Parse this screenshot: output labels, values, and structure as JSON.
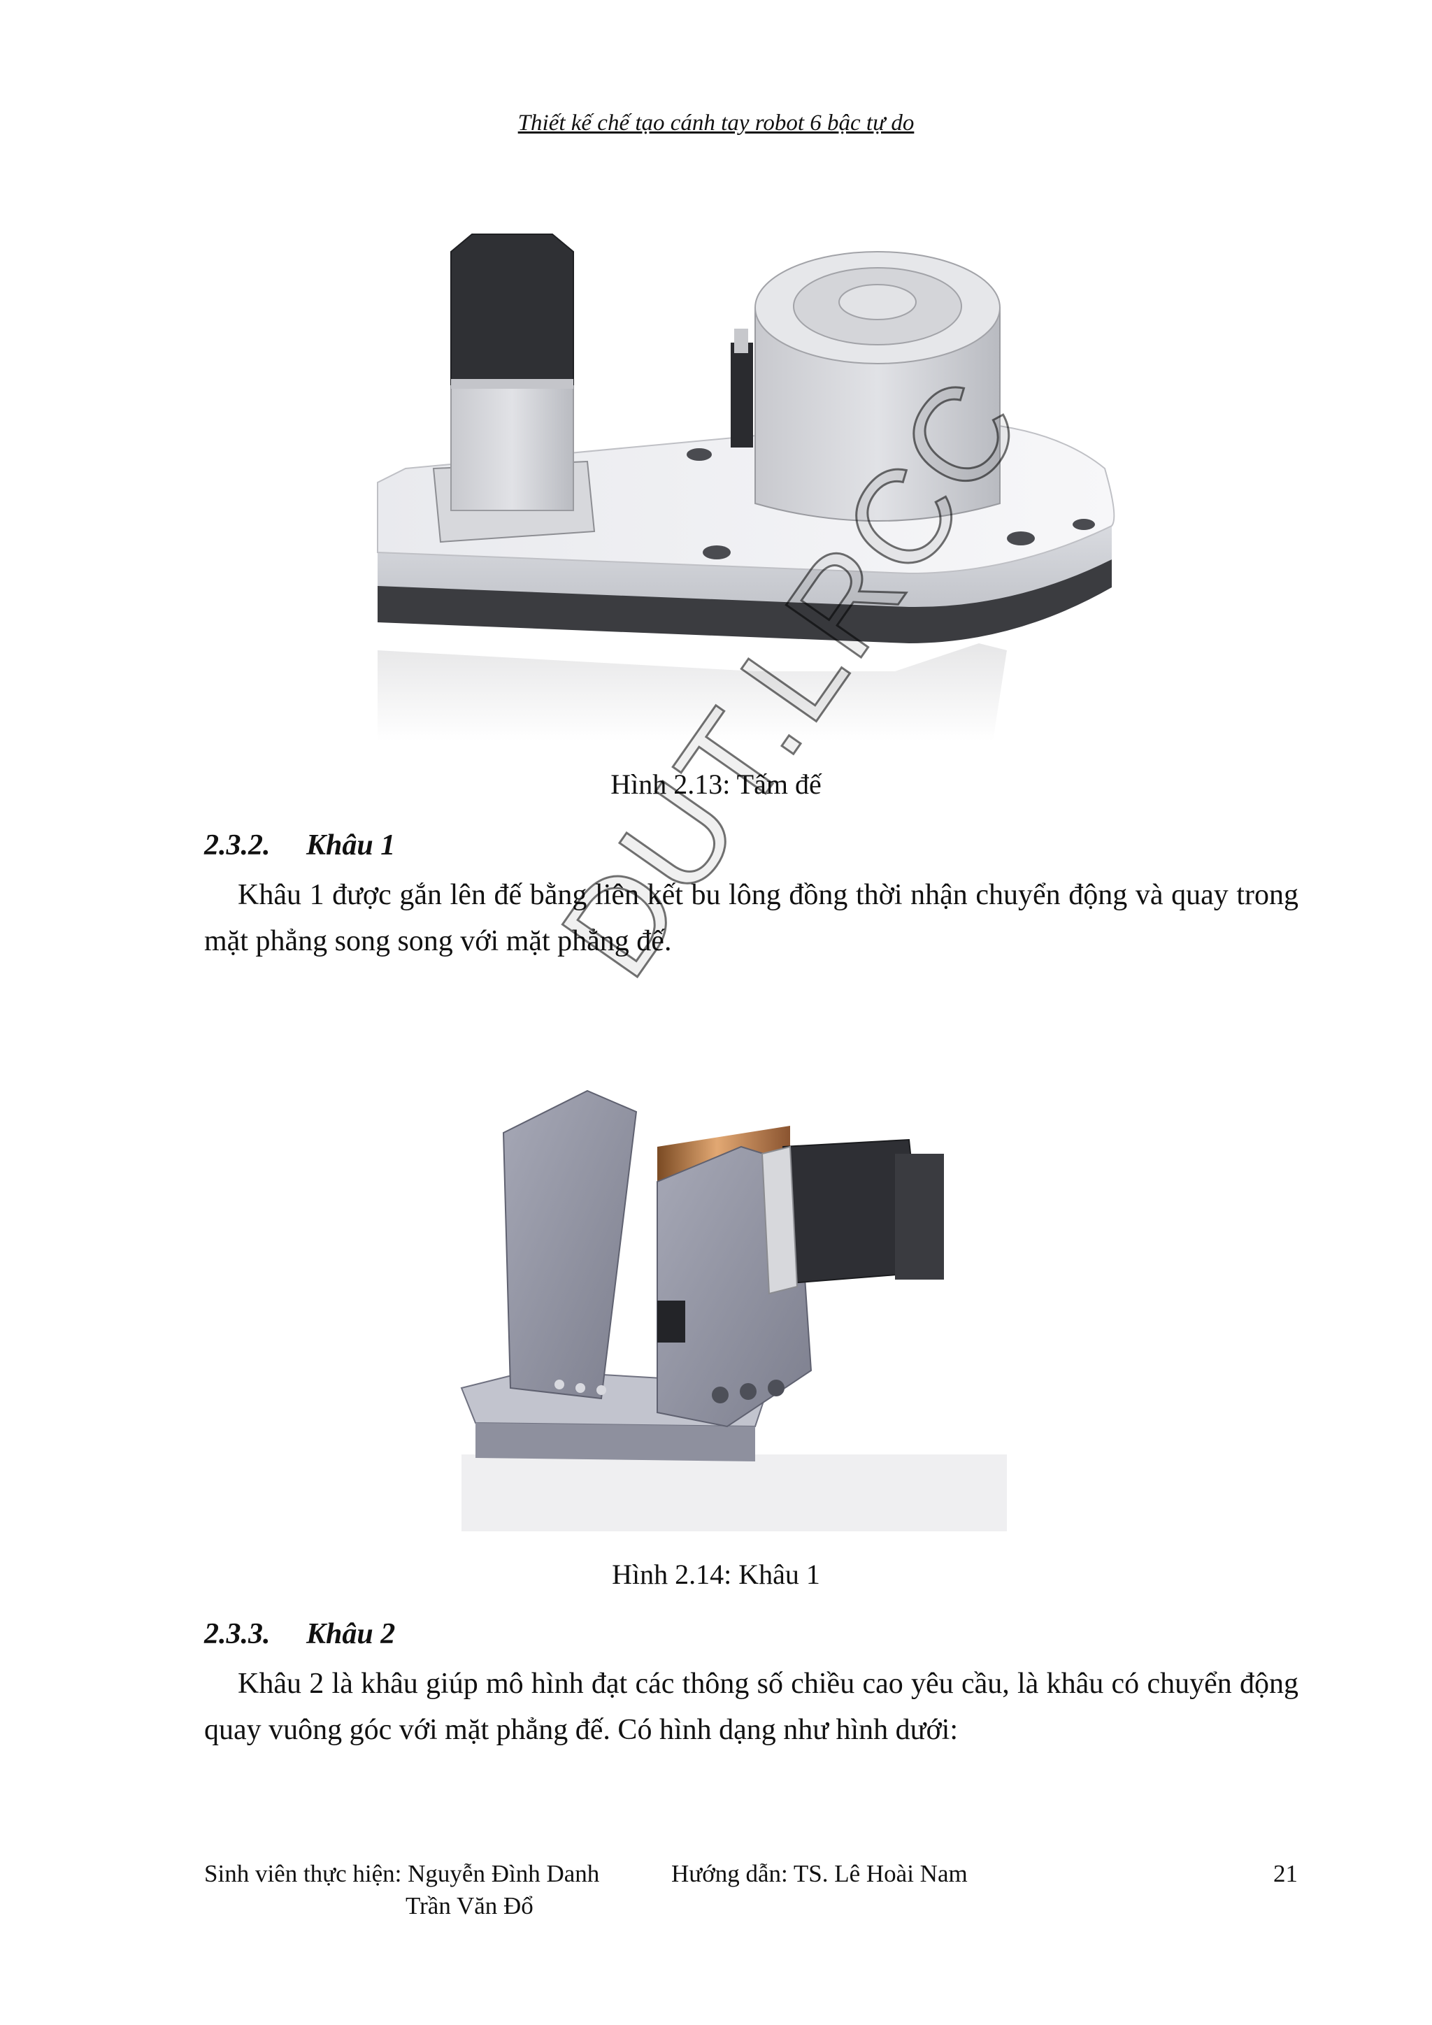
{
  "header": {
    "title": "Thiết kế chế tạo cánh tay robot 6 bậc tự do"
  },
  "figures": [
    {
      "caption": "Hình 2.13: Tấm đế"
    },
    {
      "caption": "Hình 2.14: Khâu 1"
    }
  ],
  "sections": [
    {
      "number": "2.3.2.",
      "title": "Khâu 1",
      "paragraph": "Khâu 1 được gắn lên đế bằng liên kết bu lông đồng thời nhận chuyển động và quay trong mặt phẳng song song với mặt phẳng đế."
    },
    {
      "number": "2.3.3.",
      "title": "Khâu 2",
      "paragraph": "Khâu 2 là khâu giúp mô hình đạt các thông số chiều cao yêu cầu, là khâu có chuyển động quay vuông góc với mặt phẳng đế. Có hình dạng như hình dưới:"
    }
  ],
  "watermark": "DUT.LRCC",
  "footer": {
    "students_label": "Sinh viên thực hiện: Nguyễn Đình Danh",
    "student_2": "Trần Văn Đổ",
    "advisor": "Hướng dẫn: TS. Lê Hoài Nam",
    "page_number": "21"
  }
}
